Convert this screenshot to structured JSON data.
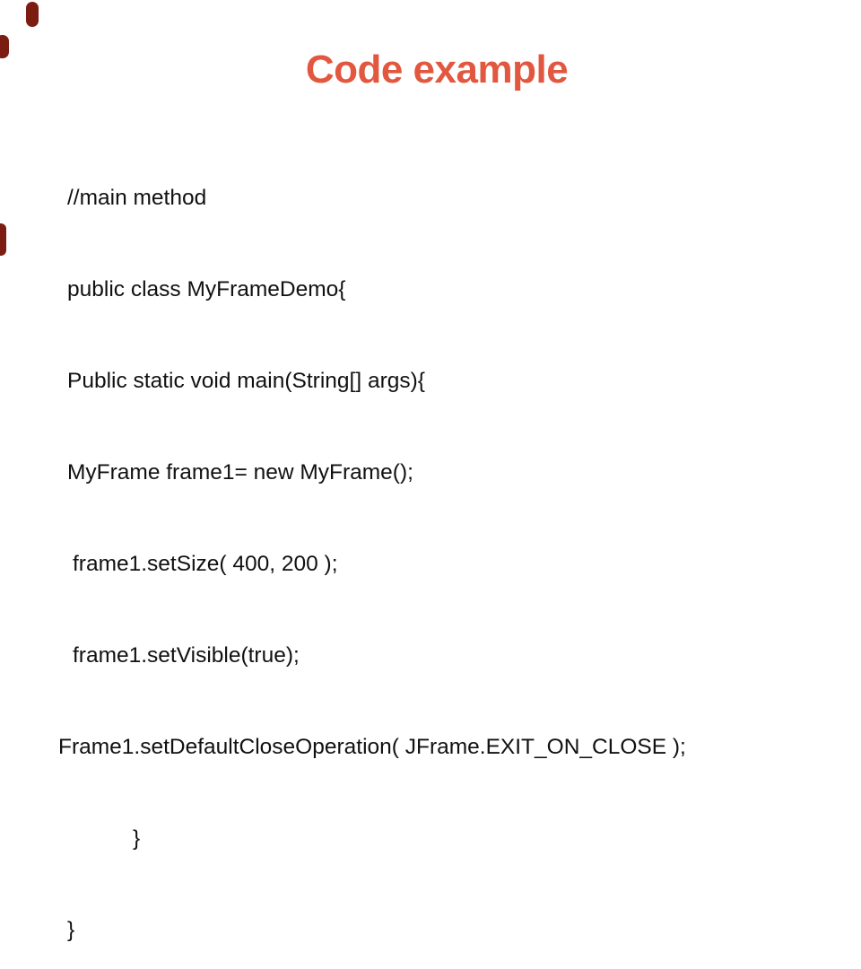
{
  "slide": {
    "title": "Code example",
    "code_lines": [
      "//main method",
      "public class MyFrameDemo{",
      "Public static void main(String[] args){",
      "MyFrame frame1= new MyFrame();",
      "frame1.setSize( 400, 200 );",
      "frame1.setVisible(true);",
      "Frame1.setDefaultCloseOperation( JFrame.EXIT_ON_CLOSE );",
      "}",
      "}"
    ]
  },
  "colors": {
    "title": "#e2573f",
    "code-text": "#111111",
    "frame": "#7c1d12",
    "background": "#ffffff"
  }
}
